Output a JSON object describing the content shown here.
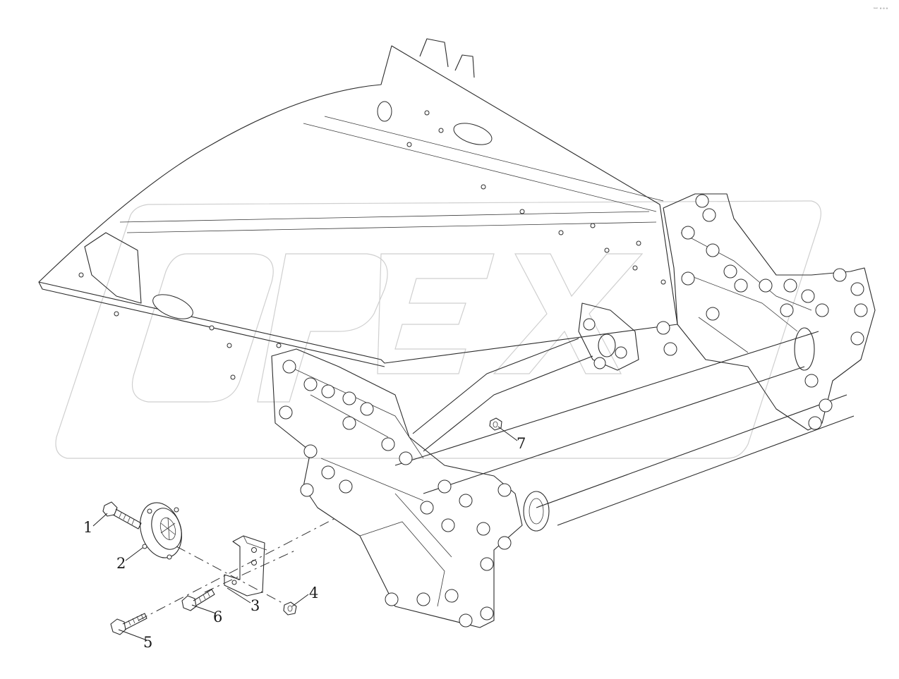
{
  "watermark": {
    "text": "OPEX"
  },
  "corner_mark": "ꟷ ∘∘∘",
  "callouts": [
    {
      "id": "1",
      "label": "1"
    },
    {
      "id": "2",
      "label": "2"
    },
    {
      "id": "3",
      "label": "3"
    },
    {
      "id": "4",
      "label": "4"
    },
    {
      "id": "5",
      "label": "5"
    },
    {
      "id": "6",
      "label": "6"
    },
    {
      "id": "7",
      "label": "7"
    }
  ]
}
